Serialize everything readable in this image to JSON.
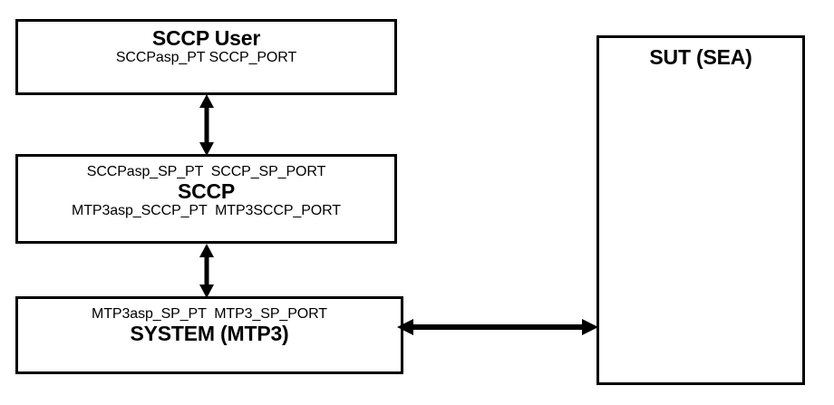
{
  "diagram": {
    "type": "block-architecture",
    "background_color": "#ffffff",
    "line_color": "#000000",
    "nodes": [
      {
        "id": "sccp-user",
        "title": "SCCP User",
        "sub_top": "SCCPasp_PT SCCP_PORT"
      },
      {
        "id": "sccp",
        "title": "SCCP",
        "sub_top": "SCCPasp_SP_PT  SCCP_SP_PORT",
        "sub_bottom": "MTP3asp_SCCP_PT  MTP3SCCP_PORT"
      },
      {
        "id": "system-mtp3",
        "title": "SYSTEM (MTP3)",
        "sub_top": "MTP3asp_SP_PT  MTP3_SP_PORT"
      },
      {
        "id": "sut",
        "title": "SUT (SEA)"
      }
    ],
    "connectors": [
      {
        "id": "user-sccp",
        "from": "sccp-user",
        "to": "sccp",
        "direction": "bidirectional",
        "orientation": "vertical"
      },
      {
        "id": "sccp-mtp3",
        "from": "sccp",
        "to": "system-mtp3",
        "direction": "bidirectional",
        "orientation": "vertical"
      },
      {
        "id": "mtp3-sut",
        "from": "system-mtp3",
        "to": "sut",
        "direction": "bidirectional",
        "orientation": "horizontal"
      }
    ]
  },
  "boxes": {
    "sccp_user": {
      "title": "SCCP User",
      "line1": "SCCPasp_PT SCCP_PORT"
    },
    "sccp": {
      "title": "SCCP",
      "line1": "SCCPasp_SP_PT  SCCP_SP_PORT",
      "line2": "MTP3asp_SCCP_PT  MTP3SCCP_PORT"
    },
    "system_mtp3": {
      "title": "SYSTEM (MTP3)",
      "line1": "MTP3asp_SP_PT  MTP3_SP_PORT"
    },
    "sut": {
      "title": "SUT (SEA)"
    }
  }
}
